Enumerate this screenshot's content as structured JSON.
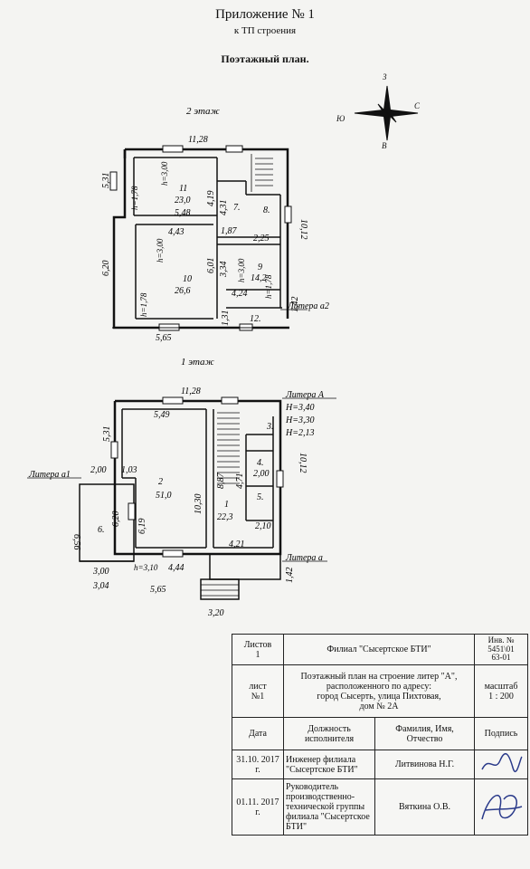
{
  "header": {
    "title": "Приложение № 1",
    "subtitle": "к ТП строения",
    "plan_title": "Поэтажный план."
  },
  "compass": {
    "n": "З",
    "s": "В",
    "w": "Ю",
    "e": "С"
  },
  "floor2": {
    "label": "2 этаж",
    "dims": {
      "top": "11,28",
      "left_upper": "5,31",
      "left_lower": "6,20",
      "bottom": "5,65",
      "right": "10,12",
      "d_419": "4,19",
      "d_431": "4,31",
      "d_443": "4,43",
      "d_187": "1,87",
      "d_225": "2,25",
      "d_601": "6,01",
      "d_334": "3,34",
      "d_424": "4,24",
      "d_131": "1,31",
      "d_142": "1,42"
    },
    "heights": {
      "h300a": "h=3,00",
      "h178a": "h=1,78",
      "h300b": "h=3,00",
      "h178b": "h=1,78",
      "h300c": "h=3,00",
      "h178c": "h=1,78"
    },
    "rooms": {
      "r11": "11",
      "r11_area": "23,0",
      "r11_dim": "5,48",
      "r7": "7.",
      "r8": "8.",
      "r10": "10",
      "r10_area": "26,6",
      "r9": "9",
      "r9_area": "14,2",
      "r12": "12."
    },
    "litera": "Литера а2"
  },
  "floor1": {
    "label": "1 этаж",
    "dims": {
      "top": "11,28",
      "d_549": "5,49",
      "left": "5,31",
      "right": "10,12",
      "d_200": "2,00",
      "d_103": "1,03",
      "d_620": "6,20",
      "d_619": "6,19",
      "d_1030": "10,30",
      "d_887": "8,87",
      "d_471": "4,71",
      "d_200b": "2,00",
      "d_210": "2,10",
      "d_421": "4,21",
      "d_656": "6,56",
      "d_300": "3,00",
      "d_304": "3,04",
      "d_444": "4,44",
      "d_565": "5,65",
      "d_320": "3,20",
      "d_142": "1,42",
      "h310": "h=3,10"
    },
    "rooms": {
      "r1": "1",
      "r1_area": "22,3",
      "r2": "2",
      "r2_area": "51,0",
      "r3": "3.",
      "r4": "4.",
      "r5": "5.",
      "r6": "6."
    },
    "litera_a": "Литера А",
    "heights_a": [
      "H=3,40",
      "H=3,30",
      "H=2,13"
    ],
    "litera_a1": "Литера а1",
    "litera_a_small": "Литера а"
  },
  "stamp": {
    "sheets_label": "Листов",
    "sheets_value": "1",
    "org": "Филиал \"Сысертское БТИ\"",
    "inv_label": "Инв. №",
    "inv_value1": "5451\\01",
    "inv_value2": "63-01",
    "sheet_label": "лист",
    "sheet_no": "№1",
    "description_l1": "Поэтажный план на строение литер \"А\",",
    "description_l2": "расположенного по адресу:",
    "description_l3": "город Сысерть,  улица Пихтовая,",
    "description_l4": "дом № 2А",
    "scale_label": "масштаб",
    "scale_value": "1 : 200",
    "col_date": "Дата",
    "col_position": "Должность исполнителя",
    "col_name": "Фамилия, Имя, Отчество",
    "col_sign": "Подпись",
    "row1_date": "31.10. 2017 г.",
    "row1_position": "Инженер  филиала \"Сысертское БТИ\"",
    "row1_name": "Литвинова Н.Г.",
    "row2_date": "01.11. 2017 г.",
    "row2_position": "Руководитель производственно-технической группы филиала \"Сысертское БТИ\"",
    "row2_name": "Вяткина О.В."
  },
  "colors": {
    "ink": "#111111",
    "paper": "#f4f4f2"
  }
}
